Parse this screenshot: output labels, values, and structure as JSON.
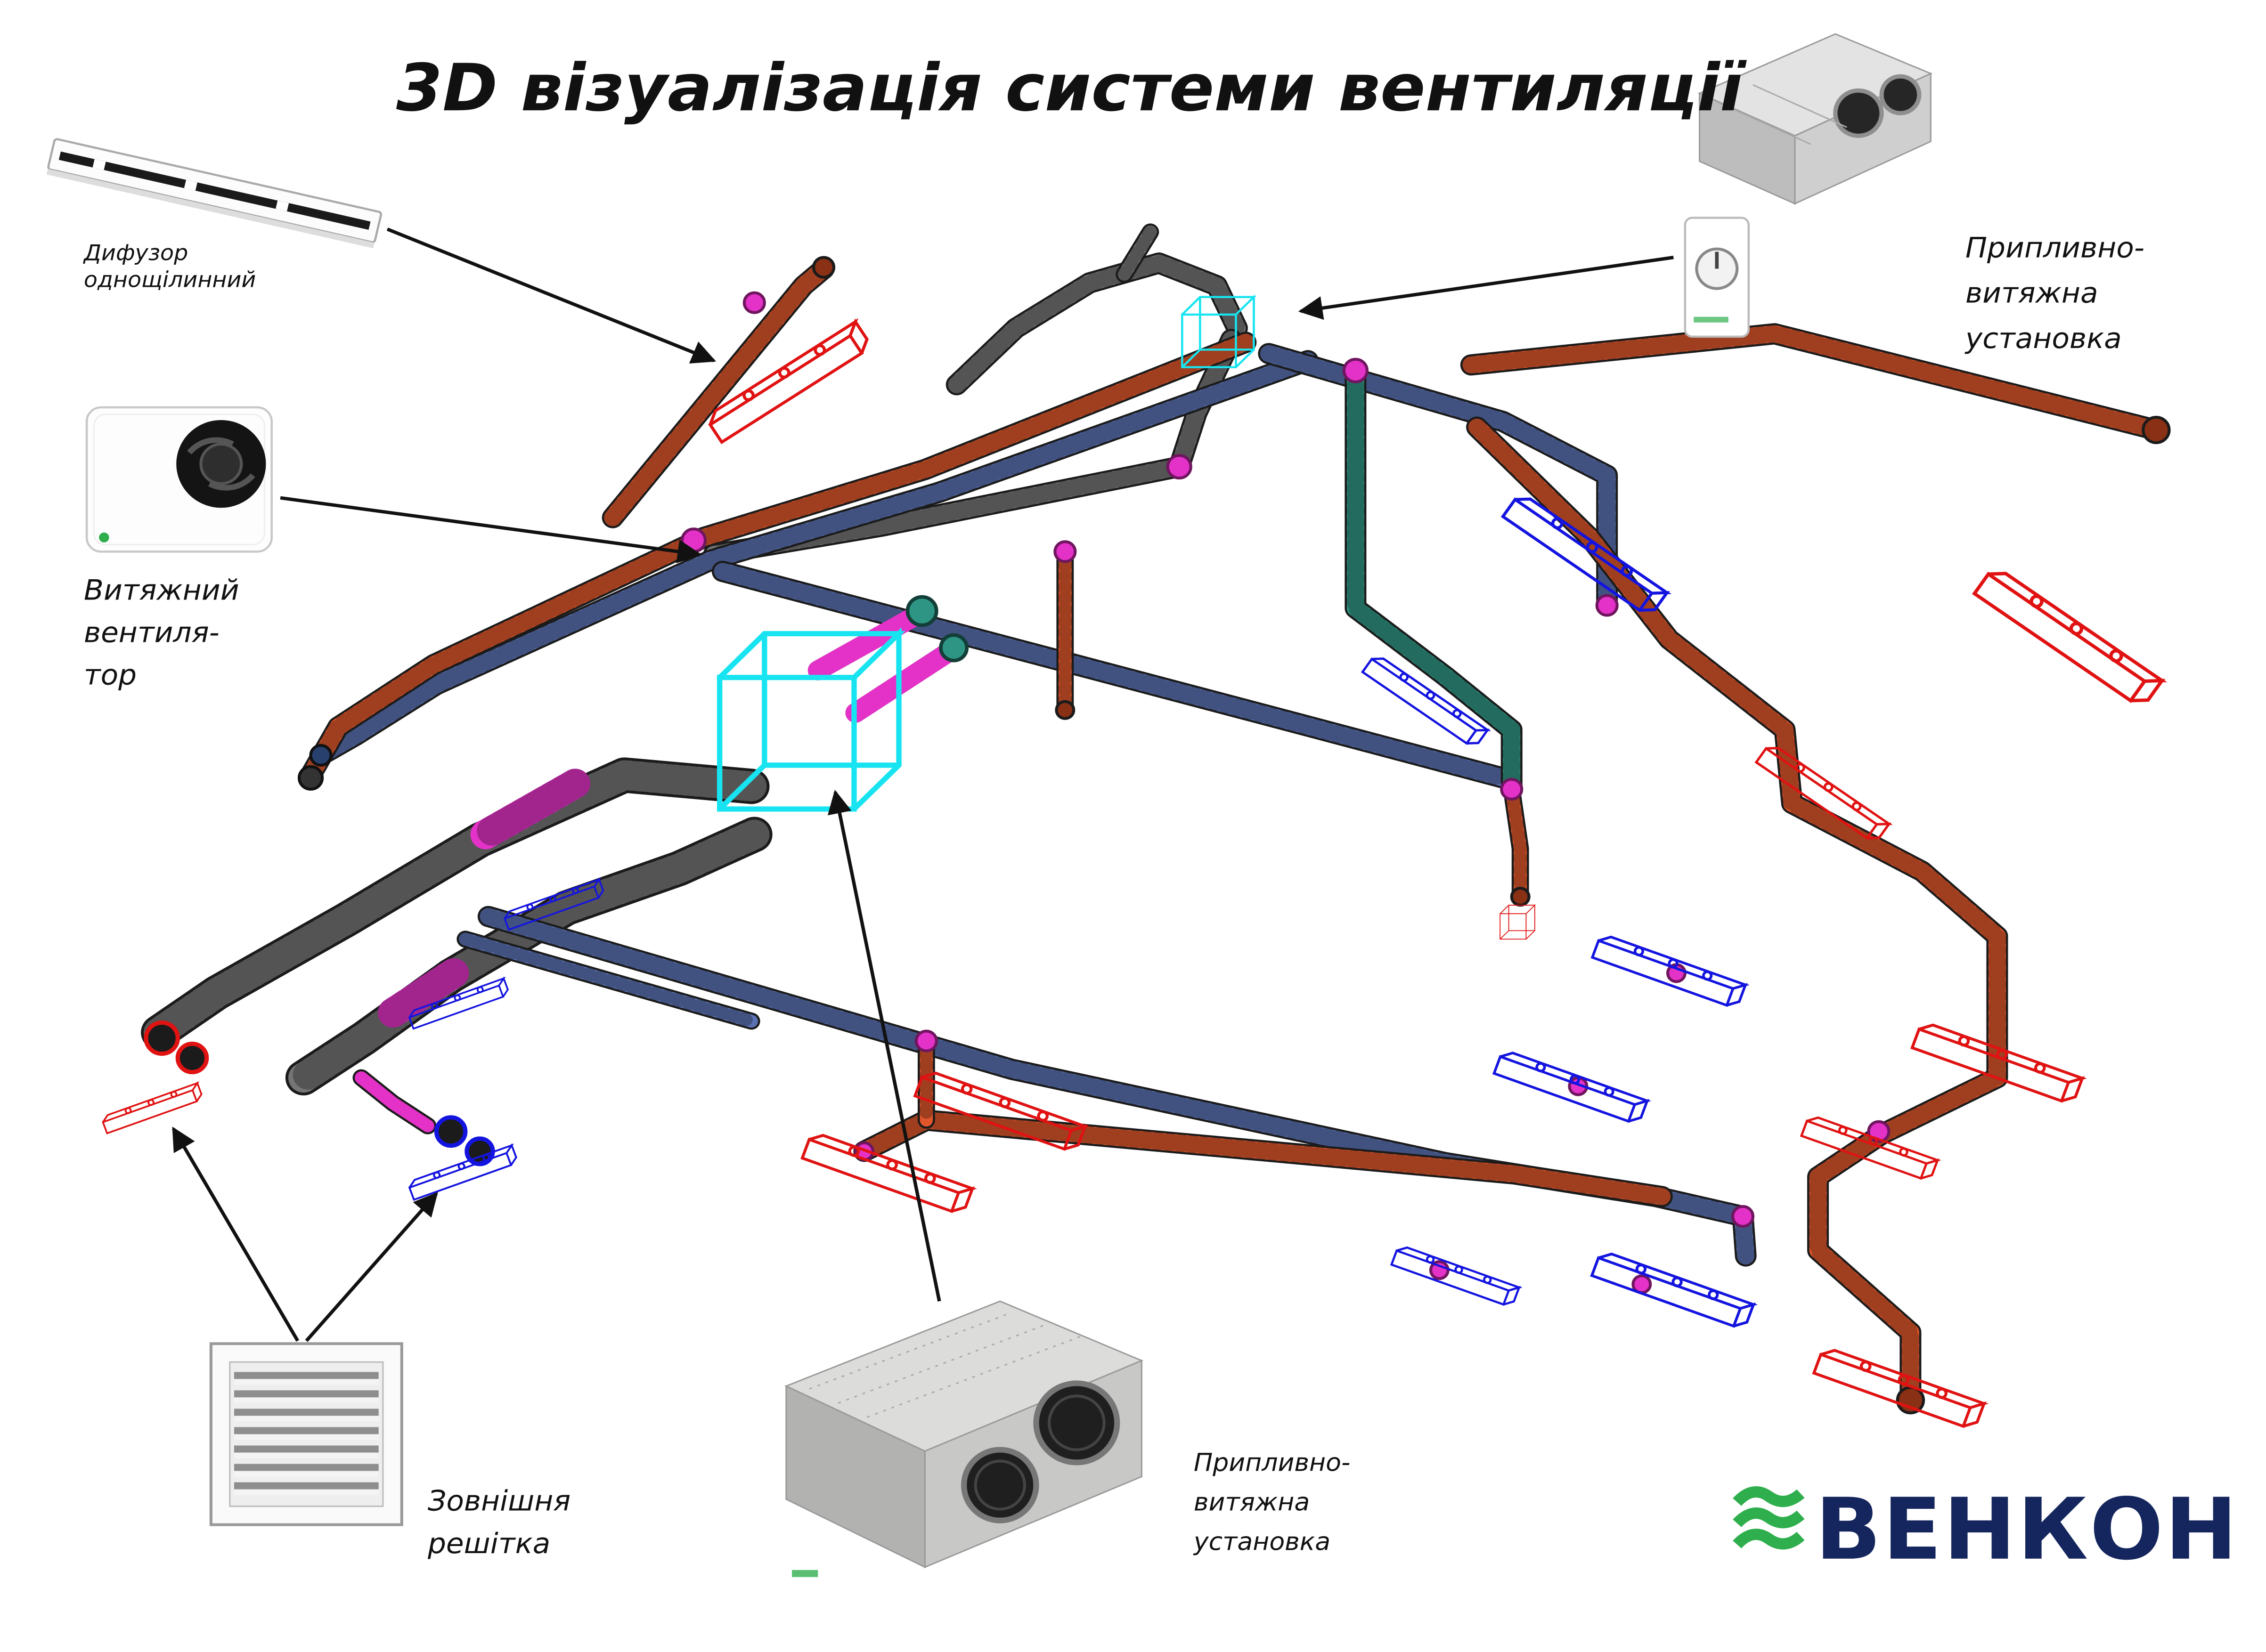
{
  "title": "3D візуалізація системи вентиляції",
  "labels": {
    "diffuser": [
      "Дифузор",
      "однощілинний"
    ],
    "exhaust_fan": [
      "Витяжний",
      "вентиля-",
      "тор"
    ],
    "ahu_top": [
      "Припливно-",
      "витяжна",
      "установка"
    ],
    "grille": [
      "Зовнішня",
      "решітка"
    ],
    "ahu_bottom": [
      "Припливно-",
      "витяжна",
      "установка"
    ]
  },
  "logo": {
    "text": "ВЕНКОН"
  },
  "icons": {
    "logo_mark": "triple-wave-icon",
    "callouts": "pointer-arrow"
  },
  "colors": {
    "supply_duct": "#e0562a",
    "return_duct": "#5a72b4",
    "flex_duct": "#757575",
    "fresh_air_duct": "#2e9585",
    "fitting": "#e432c8",
    "selection_box": "#17e4f0",
    "supply_outline": "#e01212",
    "return_outline": "#1414e0",
    "logo_green": "#2fae4d",
    "logo_navy": "#15265e"
  }
}
